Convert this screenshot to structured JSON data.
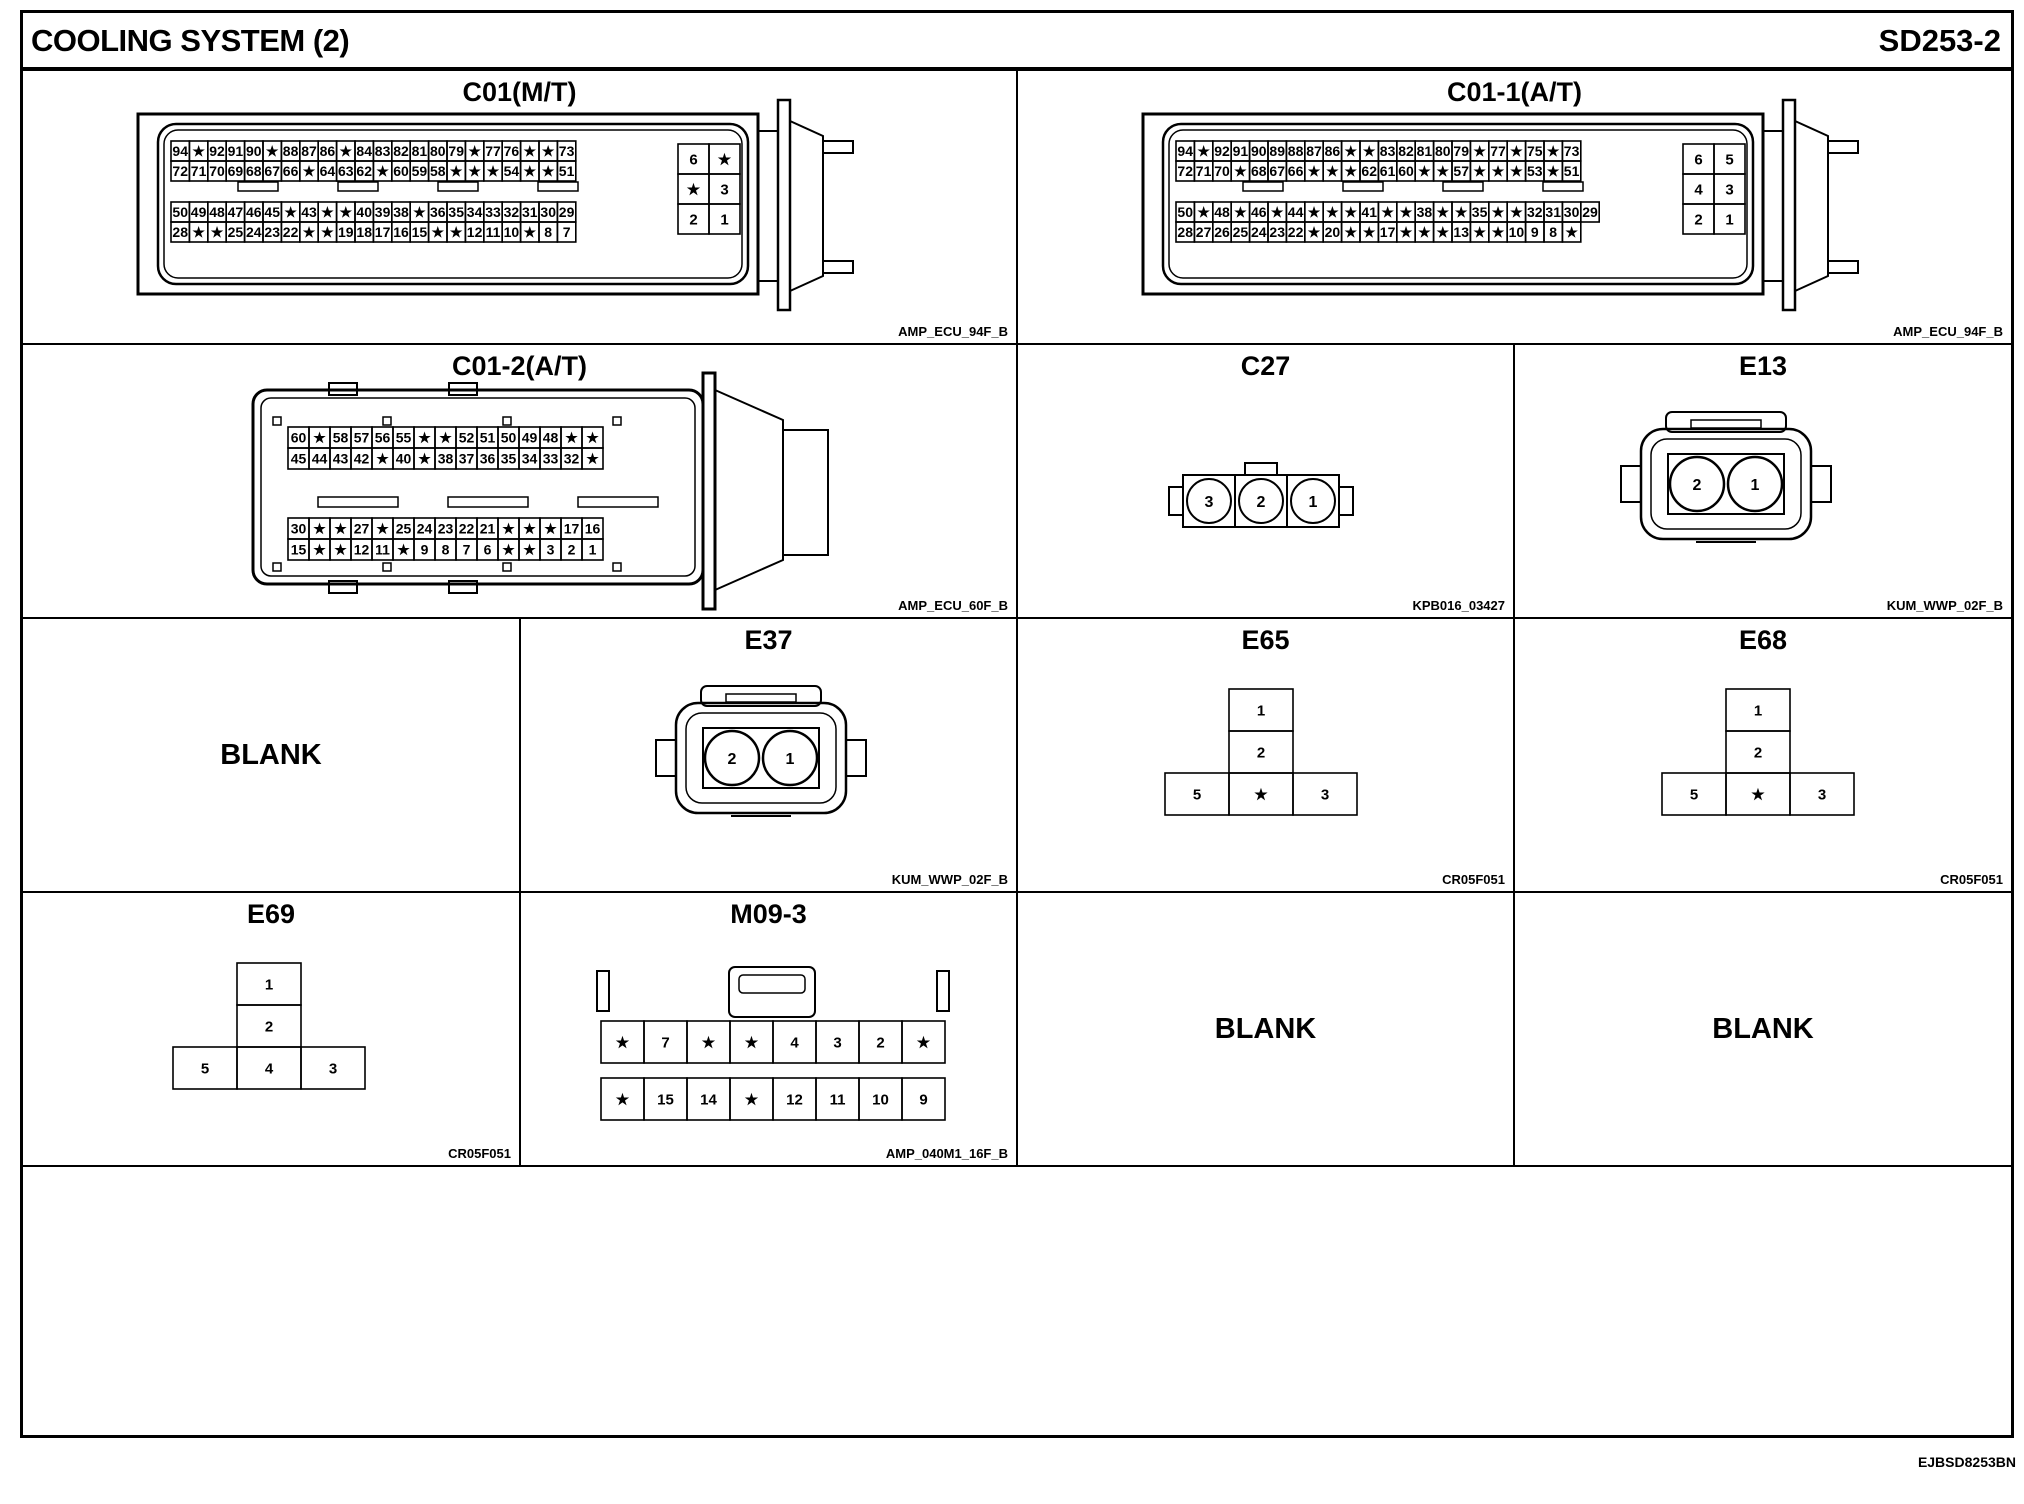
{
  "header": {
    "title": "COOLING SYSTEM (2)",
    "code": "SD253-2"
  },
  "blank_label": "BLANK",
  "footer_id": "EJBSD8253BN",
  "connectors": {
    "c01mt": {
      "name": "C01(M/T)",
      "type": "AMP_ECU_94F_B",
      "rows": [
        [
          "94",
          "★",
          "92",
          "91",
          "90",
          "★",
          "88",
          "87",
          "86",
          "★",
          "84",
          "83",
          "82",
          "81",
          "80",
          "79",
          "★",
          "77",
          "76",
          "★",
          "★",
          "73"
        ],
        [
          "72",
          "71",
          "70",
          "69",
          "68",
          "67",
          "66",
          "★",
          "64",
          "63",
          "62",
          "★",
          "60",
          "59",
          "58",
          "★",
          "★",
          "★",
          "54",
          "★",
          "★",
          "51"
        ],
        [
          "50",
          "49",
          "48",
          "47",
          "46",
          "45",
          "★",
          "43",
          "★",
          "★",
          "40",
          "39",
          "38",
          "★",
          "36",
          "35",
          "34",
          "33",
          "32",
          "31",
          "30",
          "29"
        ],
        [
          "28",
          "★",
          "★",
          "25",
          "24",
          "23",
          "22",
          "★",
          "★",
          "19",
          "18",
          "17",
          "16",
          "15",
          "★",
          "★",
          "12",
          "11",
          "10",
          "★",
          "8",
          "7"
        ]
      ],
      "side": [
        [
          "6",
          "★"
        ],
        [
          "★",
          "3"
        ],
        [
          "2",
          "1"
        ]
      ]
    },
    "c011at": {
      "name": "C01-1(A/T)",
      "type": "AMP_ECU_94F_B",
      "rows": [
        [
          "94",
          "★",
          "92",
          "91",
          "90",
          "89",
          "88",
          "87",
          "86",
          "★",
          "★",
          "83",
          "82",
          "81",
          "80",
          "79",
          "★",
          "77",
          "★",
          "75",
          "★",
          "73"
        ],
        [
          "72",
          "71",
          "70",
          "★",
          "68",
          "67",
          "66",
          "★",
          "★",
          "★",
          "62",
          "61",
          "60",
          "★",
          "★",
          "57",
          "★",
          "★",
          "★",
          "53",
          "★",
          "51"
        ],
        [
          "50",
          "★",
          "48",
          "★",
          "46",
          "★",
          "44",
          "★",
          "★",
          "★",
          "41",
          "★",
          "★",
          "38",
          "★",
          "★",
          "35",
          "★",
          "★",
          "32",
          "31",
          "30",
          "29"
        ],
        [
          "28",
          "27",
          "26",
          "25",
          "24",
          "23",
          "22",
          "★",
          "20",
          "★",
          "★",
          "17",
          "★",
          "★",
          "★",
          "13",
          "★",
          "★",
          "10",
          "9",
          "8",
          "★"
        ]
      ],
      "side": [
        [
          "6",
          "5"
        ],
        [
          "4",
          "3"
        ],
        [
          "2",
          "1"
        ]
      ]
    },
    "c012at": {
      "name": "C01-2(A/T)",
      "type": "AMP_ECU_60F_B",
      "rows": [
        [
          "60",
          "★",
          "58",
          "57",
          "56",
          "55",
          "★",
          "★",
          "52",
          "51",
          "50",
          "49",
          "48",
          "★",
          "★"
        ],
        [
          "45",
          "44",
          "43",
          "42",
          "★",
          "40",
          "★",
          "38",
          "37",
          "36",
          "35",
          "34",
          "33",
          "32",
          "★"
        ],
        [
          "30",
          "★",
          "★",
          "27",
          "★",
          "25",
          "24",
          "23",
          "22",
          "21",
          "★",
          "★",
          "★",
          "17",
          "16"
        ],
        [
          "15",
          "★",
          "★",
          "12",
          "11",
          "★",
          "9",
          "8",
          "7",
          "6",
          "★",
          "★",
          "3",
          "2",
          "1"
        ]
      ]
    },
    "c27": {
      "name": "C27",
      "type": "KPB016_03427",
      "pins": [
        "3",
        "2",
        "1"
      ]
    },
    "e13": {
      "name": "E13",
      "type": "KUM_WWP_02F_B",
      "pins": [
        "2",
        "1"
      ]
    },
    "e37": {
      "name": "E37",
      "type": "KUM_WWP_02F_B",
      "pins": [
        "2",
        "1"
      ]
    },
    "e65": {
      "name": "E65",
      "type": "CR05F051",
      "pins": [
        "1",
        "2",
        "5",
        "★",
        "3"
      ]
    },
    "e68": {
      "name": "E68",
      "type": "CR05F051",
      "pins": [
        "1",
        "2",
        "5",
        "★",
        "3"
      ]
    },
    "e69": {
      "name": "E69",
      "type": "CR05F051",
      "pins": [
        "1",
        "2",
        "5",
        "4",
        "3"
      ]
    },
    "m093": {
      "name": "M09-3",
      "type": "AMP_040M1_16F_B",
      "rows": [
        [
          "★",
          "7",
          "★",
          "★",
          "4",
          "3",
          "2",
          "★"
        ],
        [
          "★",
          "15",
          "14",
          "★",
          "12",
          "11",
          "10",
          "9"
        ]
      ]
    }
  }
}
